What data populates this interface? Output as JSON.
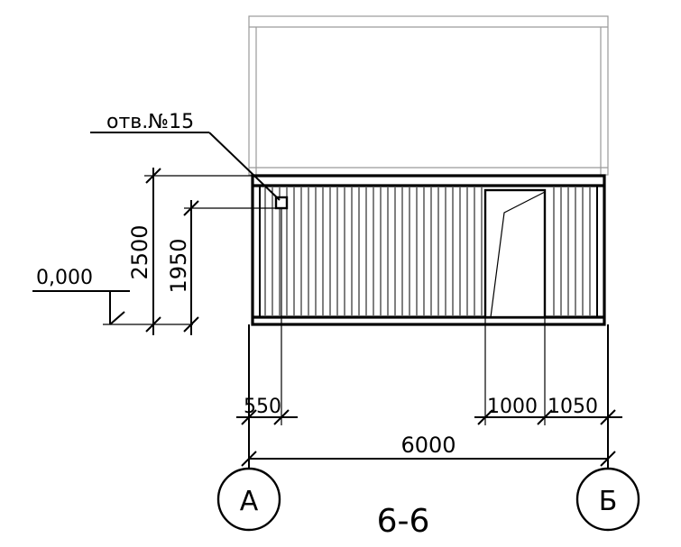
{
  "drawing": {
    "section_title": "6-6",
    "opening_label": "отв.№15",
    "level_mark": "0,000",
    "dimensions": {
      "wall_height": "2500",
      "opening_height": "1950",
      "opening_offset": "550",
      "door_width": "1000",
      "door_offset": "1050",
      "overall_width": "6000"
    },
    "axes": {
      "left": "А",
      "right": "Б"
    }
  }
}
